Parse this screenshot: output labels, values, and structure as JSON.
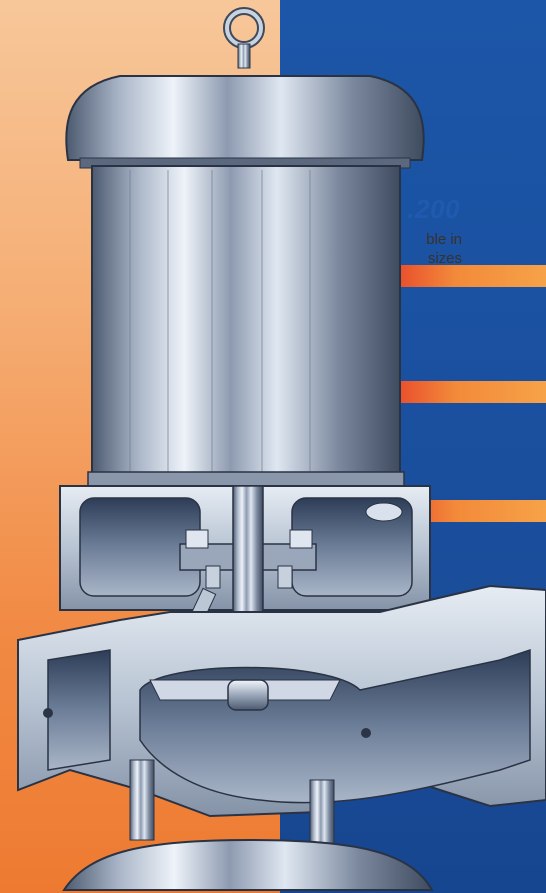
{
  "caption": {
    "model": ".200",
    "line1": "ble in",
    "line2": "sizes"
  },
  "colors": {
    "left_background": "#f5ad73",
    "right_background": "#1a4e9c",
    "accent_stripe": "#f28a3a",
    "metal_light": "#e8eef6",
    "metal_dark": "#4c5a70",
    "text_blue": "#1e5bb0"
  },
  "illustration": {
    "subject": "vertical inline centrifugal pump cutaway"
  }
}
